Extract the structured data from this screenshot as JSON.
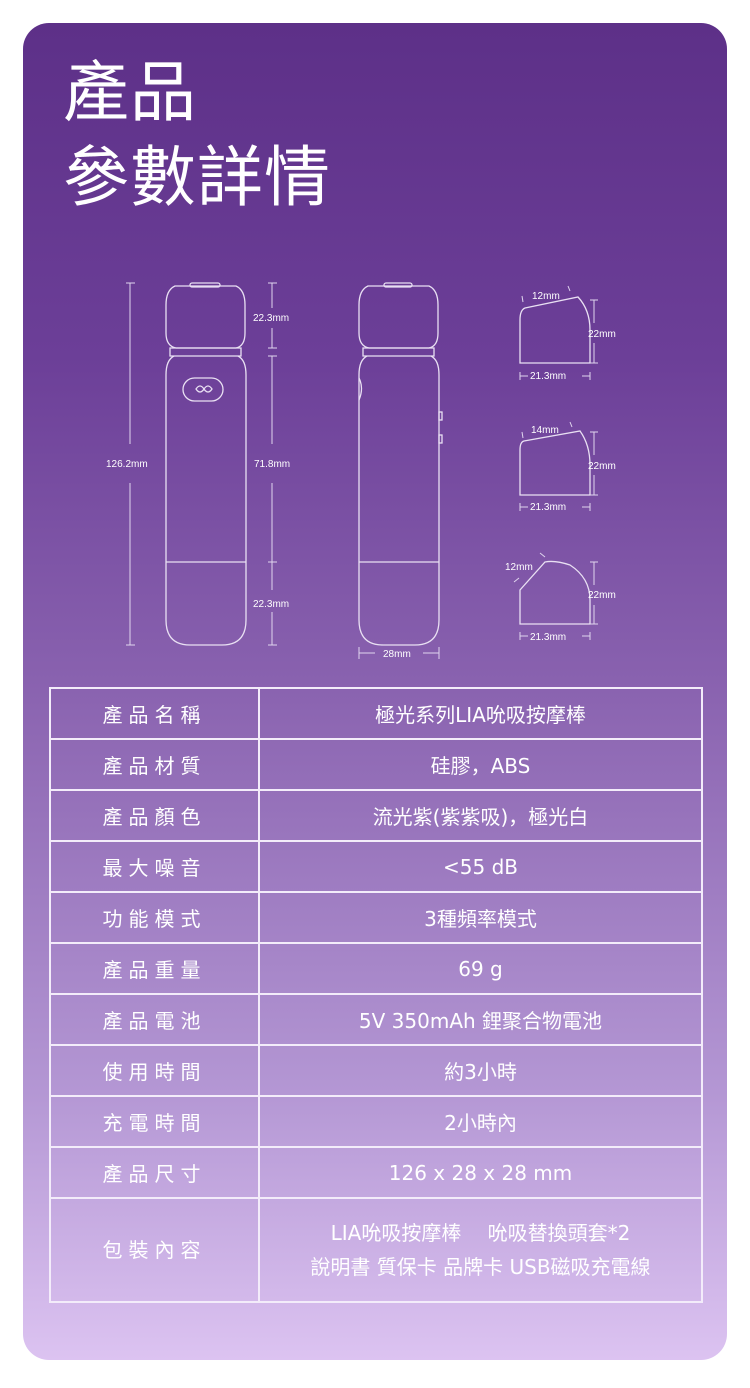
{
  "title": {
    "line1": "產品",
    "line2": "參數詳情"
  },
  "diagram": {
    "total_length": "126.2mm",
    "head_length": "22.3mm",
    "body_length": "71.8mm",
    "base_length": "22.3mm",
    "width": "28mm",
    "heads": [
      {
        "tip": "12mm",
        "height": "22mm",
        "width": "21.3mm"
      },
      {
        "tip": "14mm",
        "height": "22mm",
        "width": "21.3mm"
      },
      {
        "tip": "12mm",
        "height": "22mm",
        "width": "21.3mm"
      }
    ]
  },
  "specs": [
    {
      "label": "產品名稱",
      "value": "極光系列LIA吮吸按摩棒"
    },
    {
      "label": "產品材質",
      "value": "硅膠，ABS"
    },
    {
      "label": "產品顏色",
      "value": "流光紫(紫紫吸)，極光白"
    },
    {
      "label": "最大噪音",
      "value": "<55 dB"
    },
    {
      "label": "功能模式",
      "value": "3種頻率模式"
    },
    {
      "label": "產品重量",
      "value": "69 g"
    },
    {
      "label": "產品電池",
      "value": "5V 350mAh 鋰聚合物電池"
    },
    {
      "label": "使用時間",
      "value": "約3小時"
    },
    {
      "label": "充電時間",
      "value": "2小時內"
    },
    {
      "label": "產品尺寸",
      "value": "126 x 28 x 28 mm"
    },
    {
      "label": "包裝內容",
      "value_line1": "LIA吮吸按摩棒　 吮吸替換頭套*2",
      "value_line2": "說明書 質保卡 品牌卡 USB磁吸充電線"
    }
  ]
}
